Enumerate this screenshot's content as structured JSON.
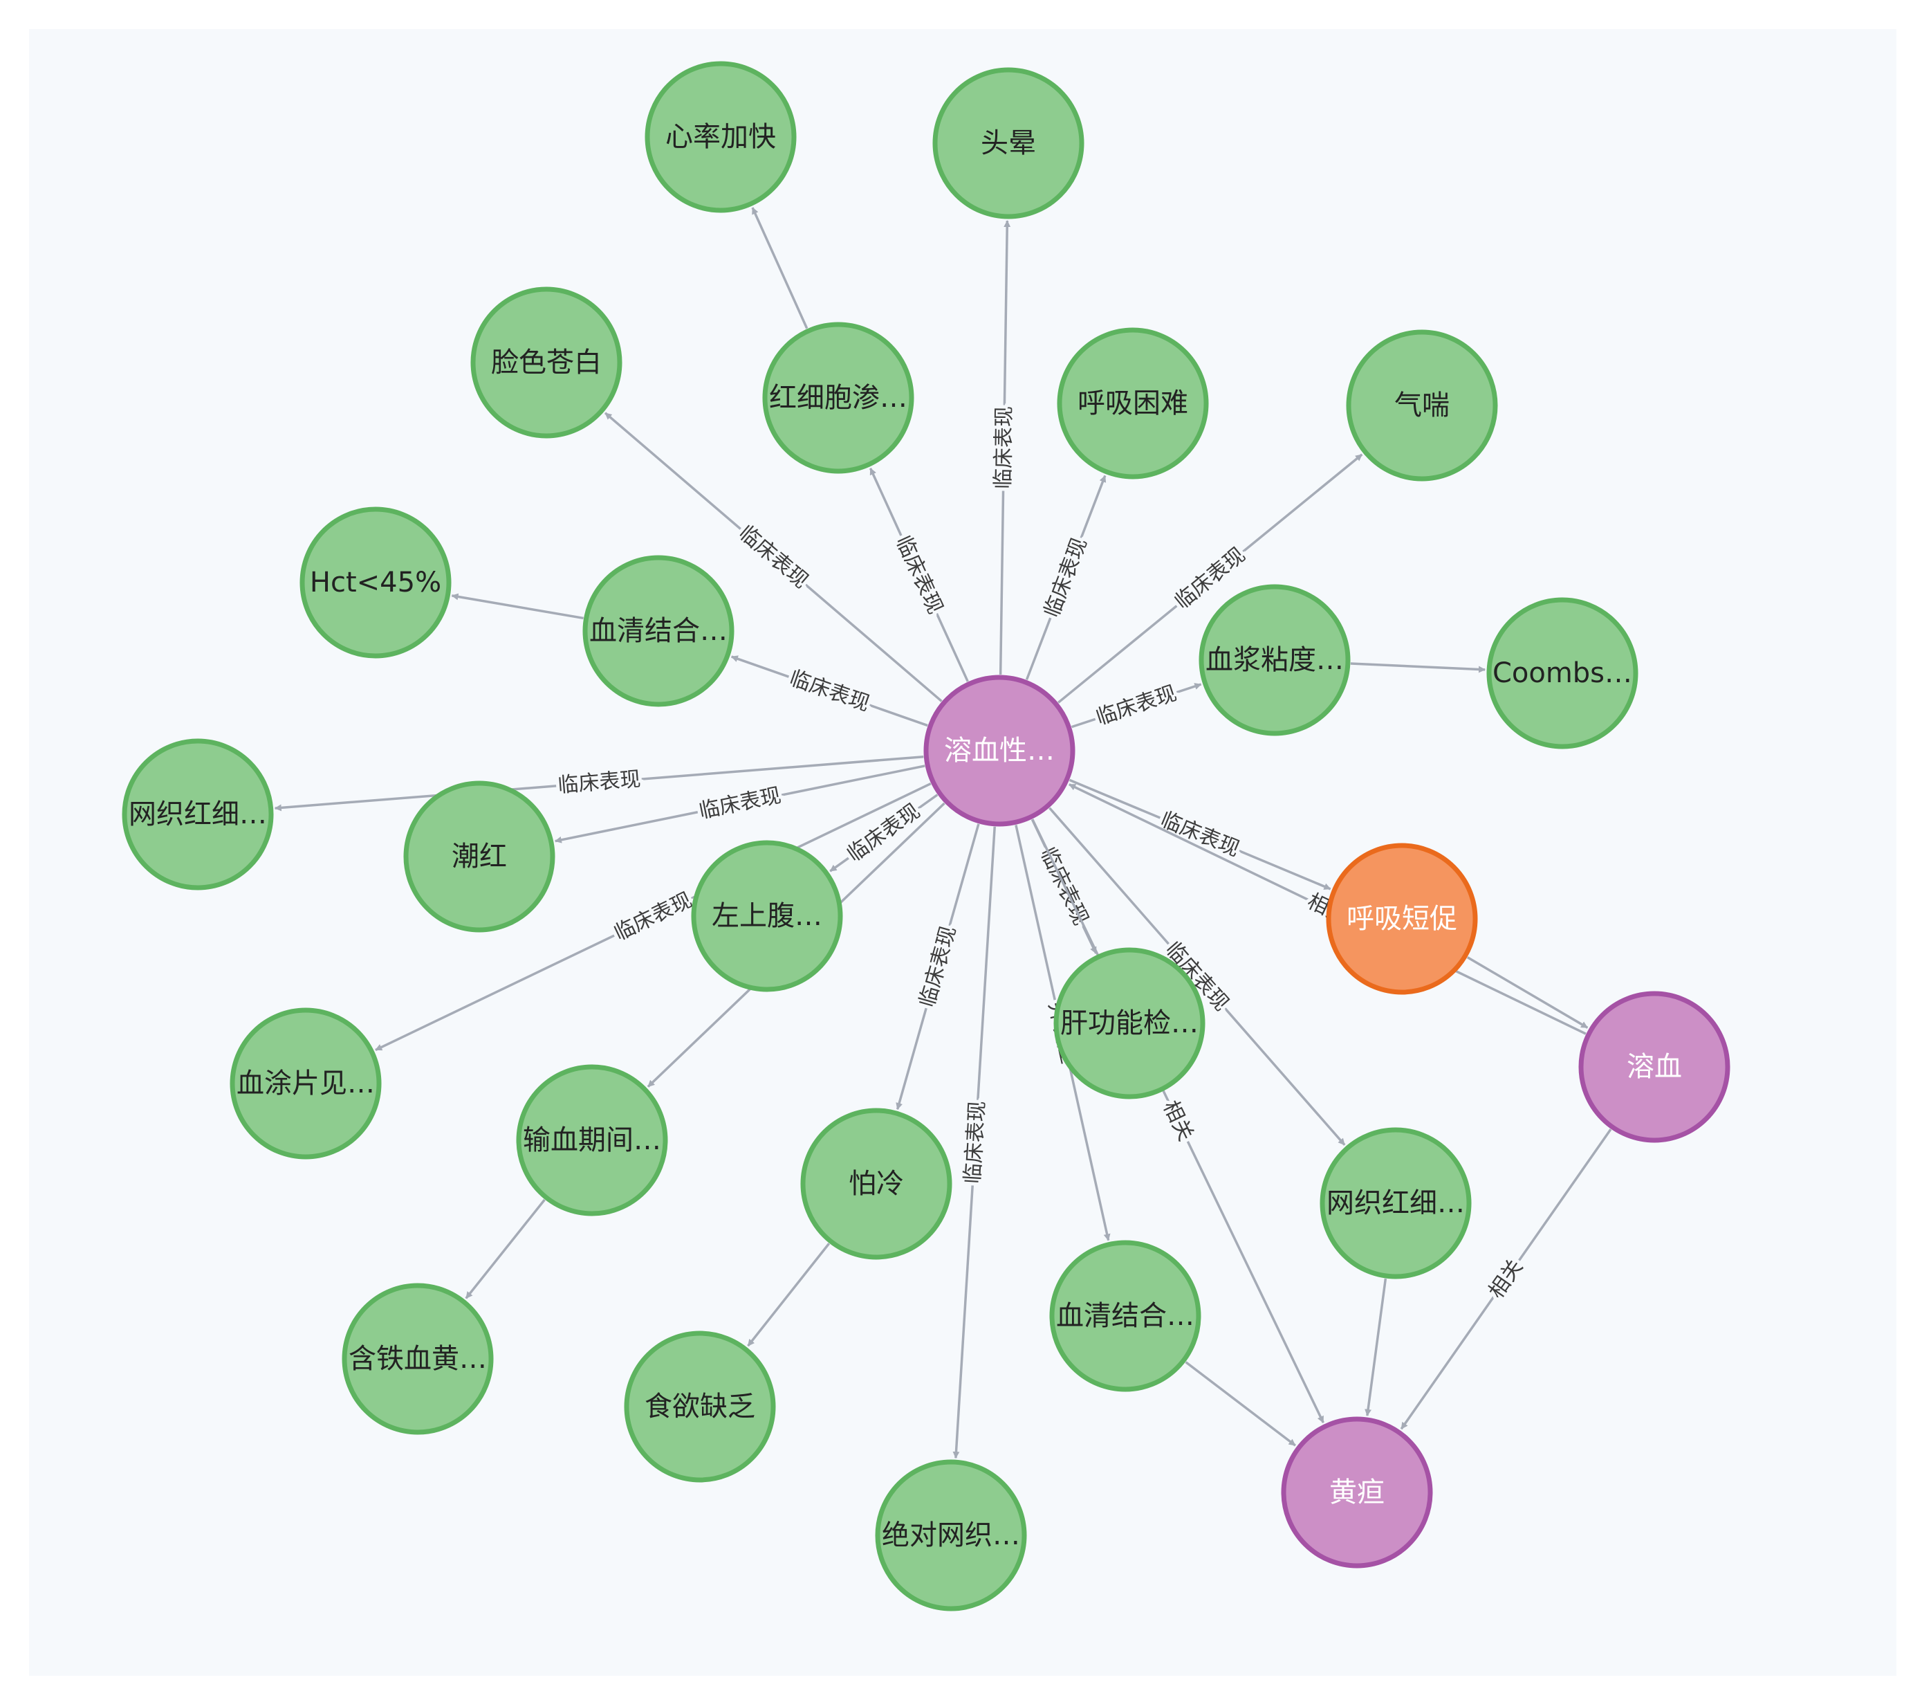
{
  "graph": {
    "colors": {
      "symptom_fill": "#8ecc8f",
      "symptom_stroke": "#5db35f",
      "symptom_text": "#222222",
      "disease_fill": "#cc8fc6",
      "disease_stroke": "#a552a5",
      "disease_text": "#ffffff",
      "highlight_fill": "#f5955f",
      "highlight_stroke": "#ea6a1c",
      "highlight_text": "#ffffff",
      "edge": "#a5abb6",
      "edge_label": "#3c3c3c"
    },
    "nodes": [
      {
        "id": "hemolytic",
        "label": "溶血性…",
        "kind": "disease"
      },
      {
        "id": "heart_rate",
        "label": "心率加快",
        "kind": "symptom"
      },
      {
        "id": "dizziness",
        "label": "头晕",
        "kind": "symptom"
      },
      {
        "id": "pale",
        "label": "脸色苍白",
        "kind": "symptom"
      },
      {
        "id": "rbc_osmotic",
        "label": "红细胞渗…",
        "kind": "symptom"
      },
      {
        "id": "dyspnea",
        "label": "呼吸困难",
        "kind": "symptom"
      },
      {
        "id": "wheeze",
        "label": "气喘",
        "kind": "symptom"
      },
      {
        "id": "hct",
        "label": "Hct<45%",
        "kind": "symptom"
      },
      {
        "id": "serum_bind_1",
        "label": "血清结合…",
        "kind": "symptom"
      },
      {
        "id": "plasma_visc",
        "label": "血浆粘度…",
        "kind": "symptom"
      },
      {
        "id": "coombs",
        "label": "Coombs…",
        "kind": "symptom"
      },
      {
        "id": "retic_1",
        "label": "网织红细…",
        "kind": "symptom"
      },
      {
        "id": "flush",
        "label": "潮红",
        "kind": "symptom"
      },
      {
        "id": "luq",
        "label": "左上腹…",
        "kind": "symptom"
      },
      {
        "id": "short_breath",
        "label": "呼吸短促",
        "kind": "highlight"
      },
      {
        "id": "hemolysis",
        "label": "溶血",
        "kind": "disease"
      },
      {
        "id": "smear",
        "label": "血涂片见…",
        "kind": "symptom"
      },
      {
        "id": "transfusion",
        "label": "输血期间…",
        "kind": "symptom"
      },
      {
        "id": "liver",
        "label": "肝功能检…",
        "kind": "symptom"
      },
      {
        "id": "chills",
        "label": "怕冷",
        "kind": "symptom"
      },
      {
        "id": "retic_2",
        "label": "网织红细…",
        "kind": "symptom"
      },
      {
        "id": "hemosiderin",
        "label": "含铁血黄…",
        "kind": "symptom"
      },
      {
        "id": "appetite",
        "label": "食欲缺乏",
        "kind": "symptom"
      },
      {
        "id": "serum_bind_2",
        "label": "血清结合…",
        "kind": "symptom"
      },
      {
        "id": "jaundice",
        "label": "黄疸",
        "kind": "disease"
      },
      {
        "id": "abs_retic",
        "label": "绝对网织…",
        "kind": "symptom"
      }
    ],
    "edges": [
      {
        "from": "hemolytic",
        "to": "dizziness",
        "label": "临床表现"
      },
      {
        "from": "hemolytic",
        "to": "rbc_osmotic",
        "label": "临床表现"
      },
      {
        "from": "rbc_osmotic",
        "to": "heart_rate",
        "label": ""
      },
      {
        "from": "hemolytic",
        "to": "pale",
        "label": "临床表现"
      },
      {
        "from": "hemolytic",
        "to": "dyspnea",
        "label": "临床表现"
      },
      {
        "from": "hemolytic",
        "to": "wheeze",
        "label": "临床表现"
      },
      {
        "from": "hemolytic",
        "to": "serum_bind_1",
        "label": "临床表现"
      },
      {
        "from": "serum_bind_1",
        "to": "hct",
        "label": ""
      },
      {
        "from": "hemolytic",
        "to": "plasma_visc",
        "label": "临床表现"
      },
      {
        "from": "plasma_visc",
        "to": "coombs",
        "label": ""
      },
      {
        "from": "hemolytic",
        "to": "retic_1",
        "label": "临床表现"
      },
      {
        "from": "hemolytic",
        "to": "flush",
        "label": "临床表现"
      },
      {
        "from": "hemolytic",
        "to": "luq",
        "label": "临床表现"
      },
      {
        "from": "hemolytic",
        "to": "smear",
        "label": "临床表现"
      },
      {
        "from": "hemolytic",
        "to": "transfusion",
        "label": "临床表现"
      },
      {
        "from": "transfusion",
        "to": "hemosiderin",
        "label": ""
      },
      {
        "from": "hemolytic",
        "to": "chills",
        "label": "临床表现"
      },
      {
        "from": "chills",
        "to": "appetite",
        "label": ""
      },
      {
        "from": "hemolytic",
        "to": "abs_retic",
        "label": "临床表现"
      },
      {
        "from": "hemolytic",
        "to": "serum_bind_2",
        "label": "并发症"
      },
      {
        "from": "serum_bind_2",
        "to": "jaundice",
        "label": ""
      },
      {
        "from": "hemolytic",
        "to": "liver",
        "label": "临床表现"
      },
      {
        "from": "hemolytic",
        "to": "jaundice",
        "label": "相关"
      },
      {
        "from": "hemolytic",
        "to": "retic_2",
        "label": "临床表现"
      },
      {
        "from": "retic_2",
        "to": "jaundice",
        "label": ""
      },
      {
        "from": "hemolytic",
        "to": "short_breath",
        "label": "临床表现"
      },
      {
        "from": "short_breath",
        "to": "hemolysis",
        "label": ""
      },
      {
        "from": "hemolysis",
        "to": "hemolytic",
        "label": "相关"
      },
      {
        "from": "hemolysis",
        "to": "jaundice",
        "label": "相关"
      }
    ]
  }
}
